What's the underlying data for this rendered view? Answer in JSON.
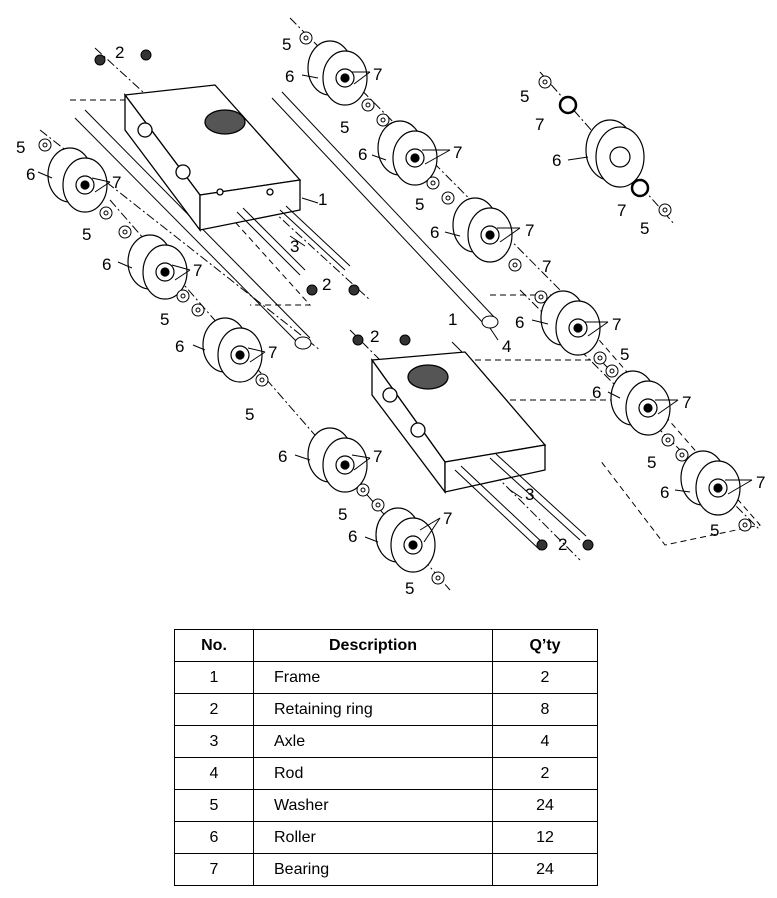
{
  "diagram": {
    "callouts": [
      "1",
      "2",
      "3",
      "4",
      "5",
      "6",
      "7"
    ]
  },
  "table": {
    "headers": {
      "no": "No.",
      "description": "Description",
      "qty": "Q’ty"
    },
    "rows": [
      {
        "no": "1",
        "description": "Frame",
        "qty": "2"
      },
      {
        "no": "2",
        "description": "Retaining ring",
        "qty": "8"
      },
      {
        "no": "3",
        "description": "Axle",
        "qty": "4"
      },
      {
        "no": "4",
        "description": "Rod",
        "qty": "2"
      },
      {
        "no": "5",
        "description": "Washer",
        "qty": "24"
      },
      {
        "no": "6",
        "description": "Roller",
        "qty": "12"
      },
      {
        "no": "7",
        "description": "Bearing",
        "qty": "24"
      }
    ]
  }
}
